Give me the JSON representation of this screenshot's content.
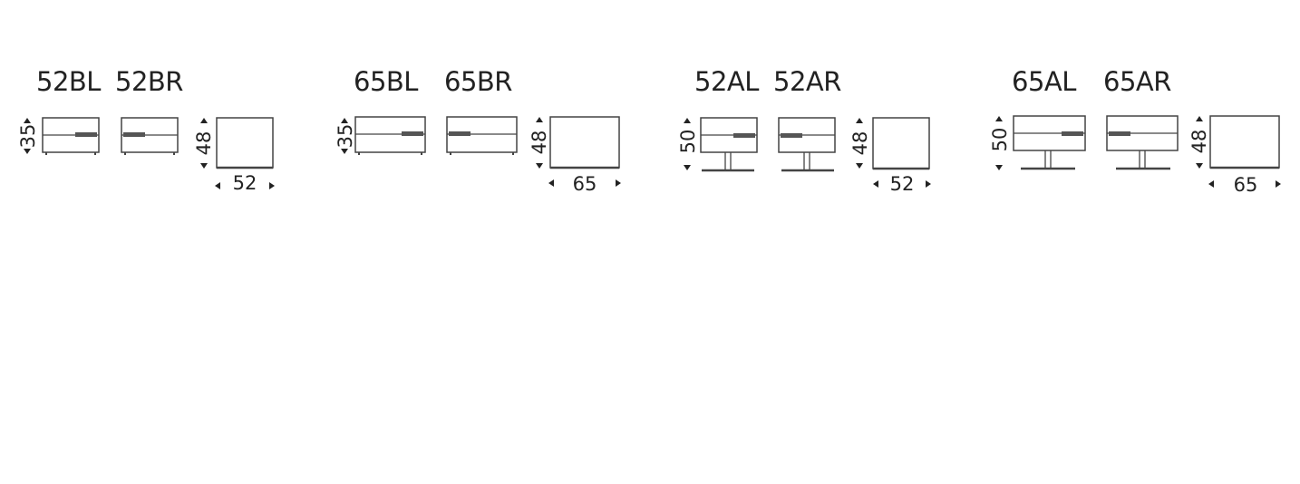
{
  "variants": [
    {
      "labels": [
        "52BL",
        "52BR"
      ],
      "height_front": "35",
      "height_side": "48",
      "width": "52",
      "base": "feet"
    },
    {
      "labels": [
        "65BL",
        "65BR"
      ],
      "height_front": "35",
      "height_side": "48",
      "width": "65",
      "base": "feet"
    },
    {
      "labels": [
        "52AL",
        "52AR"
      ],
      "height_front": "50",
      "height_side": "48",
      "width": "52",
      "base": "pedestal"
    },
    {
      "labels": [
        "65AL",
        "65AR"
      ],
      "height_front": "50",
      "height_side": "48",
      "width": "65",
      "base": "pedestal"
    }
  ]
}
